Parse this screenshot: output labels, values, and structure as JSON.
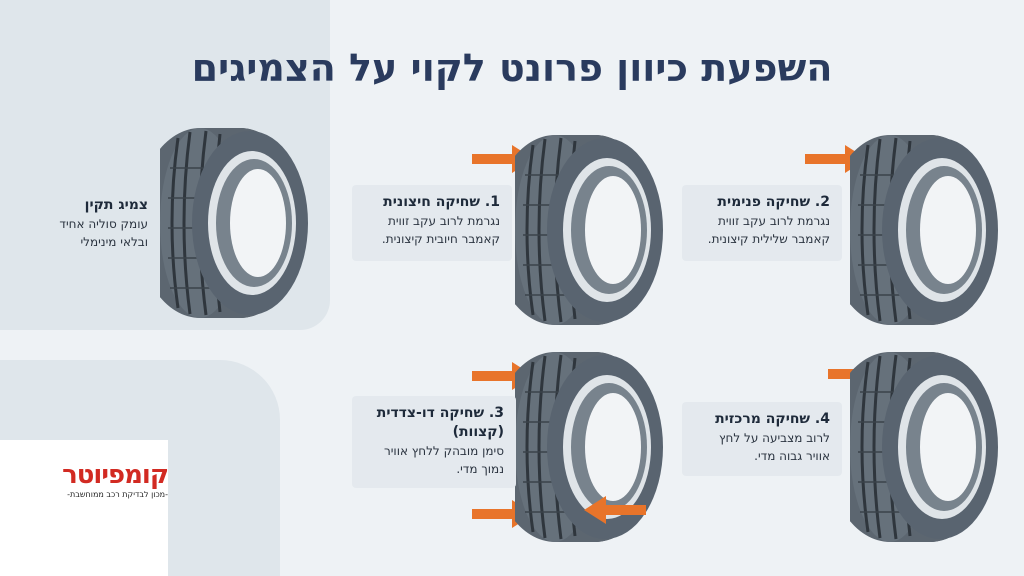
{
  "title": "השפעת כיוון פרונט לקוי על הצמיגים",
  "standard": {
    "title": "צמיג תקין",
    "line1": "עומק סוליה אחיד",
    "line2": "ובלאי מינימלי"
  },
  "cases": [
    {
      "title": "1. שחיקה חיצונית",
      "line1": "נגרמת לרוב עקב זווית",
      "line2": "קאמבר חיובית קיצונית."
    },
    {
      "title": "2. שחיקה פנימית",
      "line1": "נגרמת לרוב עקב זווית",
      "line2": "קאמבר שלילית קיצונית."
    },
    {
      "title": "3. שחיקה דו-צדדית",
      "title2": "(קצוות)",
      "line1": "סימן מובהק ללחץ אוויר",
      "line2": "נמוך מדי."
    },
    {
      "title": "4. שחיקה מרכזית",
      "line1": "לרוב מצביעה על לחץ",
      "line2": "אוויר גבוה מדי."
    }
  ],
  "logo": {
    "name": "קומפיוטר",
    "tagline": "-מכון לבדיקת רכב ממוחשבת-"
  },
  "colors": {
    "title": "#2a3b5e",
    "arrow": "#e8742a",
    "tire": "#5a6570",
    "card": "#e4e9ee",
    "logo_red": "#d22a22"
  },
  "icons": [
    "tire-icon",
    "arrow-icon"
  ]
}
